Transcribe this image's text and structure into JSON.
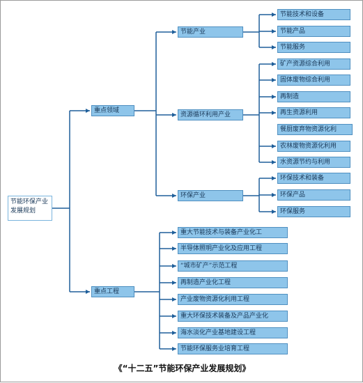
{
  "root": "节能环保产业发展规划",
  "branches": {
    "areas": {
      "label": "重点领域",
      "groups": [
        {
          "label": "节能产业",
          "items": [
            "节能技术和设备",
            "节能产品",
            "节能服务"
          ]
        },
        {
          "label": "资源循环利用产业",
          "items": [
            "矿产资源综合利用",
            "固体废物综合利用",
            "再制造",
            "再生资源利用",
            "餐厨废弃物资源化利",
            "农林废物资源化利用",
            "水资源节约与利用"
          ]
        },
        {
          "label": "环保产业",
          "items": [
            "环保技术和装备",
            "环保产品",
            "环保服务"
          ]
        }
      ]
    },
    "projects": {
      "label": "重点工程",
      "items": [
        "重大节能技术与装备产业化工",
        "半导体照明产业化及应用工程",
        "“城市矿产”示范工程",
        "再制造产业化工程",
        "产业废物资源化利用工程",
        "重大环保技术装备及产品产业化",
        "海水淡化产业基地建设工程",
        "节能环保服务业培育工程"
      ]
    }
  },
  "caption": "《“十二五”节能环保产业发展规划》",
  "colors": {
    "box_fill": "#8ec5ea",
    "box_border": "#4f8fc0",
    "connector": "#1f5f9a",
    "root_border": "#79b4dd"
  }
}
